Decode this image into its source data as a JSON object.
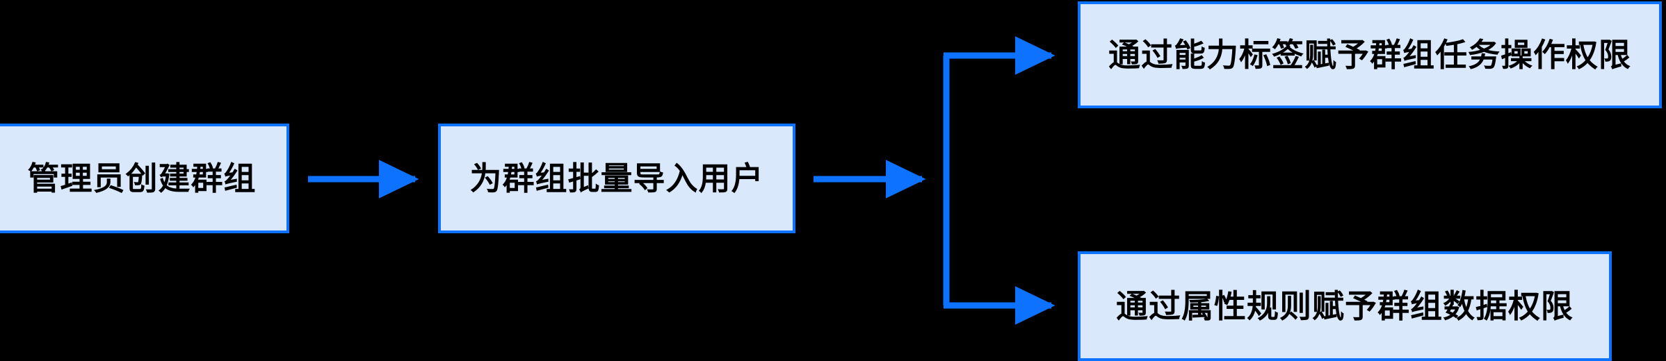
{
  "diagram": {
    "type": "flowchart",
    "orientation": "left-to-right",
    "background_color": "#000000",
    "node_fill_color": "#dae8fc",
    "node_border_color": "#0d72ff",
    "connector_color": "#0d72ff",
    "text_color": "#000000",
    "nodes": [
      {
        "id": "create-group",
        "label": "管理员创建群组",
        "order": 1
      },
      {
        "id": "import-users",
        "label": "为群组批量导入用户",
        "order": 2
      },
      {
        "id": "task-permission",
        "label": "通过能力标签赋予群组任务操作权限",
        "order": 3
      },
      {
        "id": "data-permission",
        "label": "通过属性规则赋予群组数据权限",
        "order": 4
      }
    ],
    "edges": [
      {
        "id": "edge-create-to-import",
        "from": "create-group",
        "to": "import-users",
        "style": "straight-arrow",
        "label": ""
      },
      {
        "id": "edge-import-to-split",
        "from": "import-users",
        "to": "split-junction",
        "style": "straight-arrow",
        "label": ""
      },
      {
        "id": "edge-split-to-task",
        "from": "split-junction",
        "to": "task-permission",
        "style": "elbow-arrow-up",
        "label": ""
      },
      {
        "id": "edge-split-to-data",
        "from": "split-junction",
        "to": "data-permission",
        "style": "elbow-arrow-down",
        "label": ""
      }
    ]
  }
}
